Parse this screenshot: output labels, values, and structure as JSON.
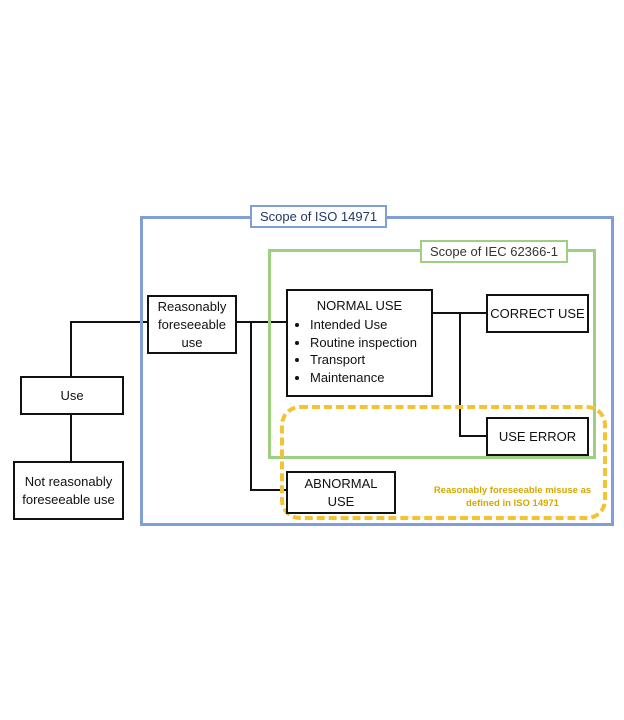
{
  "scopes": {
    "iso": "Scope of ISO 14971",
    "iec": "Scope of IEC 62366-1"
  },
  "boxes": {
    "use": "Use",
    "not_reasonably_foreseeable": "Not reasonably foreseeable use",
    "reasonably_foreseeable": "Reasonably foreseeable use",
    "normal_use": {
      "title": "NORMAL USE",
      "items": [
        "Intended Use",
        "Routine inspection",
        "Transport",
        "Maintenance"
      ]
    },
    "correct_use": "CORRECT USE",
    "use_error": "USE ERROR",
    "abnormal_use": "ABNORMAL USE"
  },
  "misuse_note": "Reasonably foreseeable misuse as defined in ISO 14971",
  "colors": {
    "iso_border": "#7f9fd6",
    "iec_border": "#9fcf80",
    "misuse_dashed": "#f5c331",
    "misuse_text": "#d4a800"
  }
}
